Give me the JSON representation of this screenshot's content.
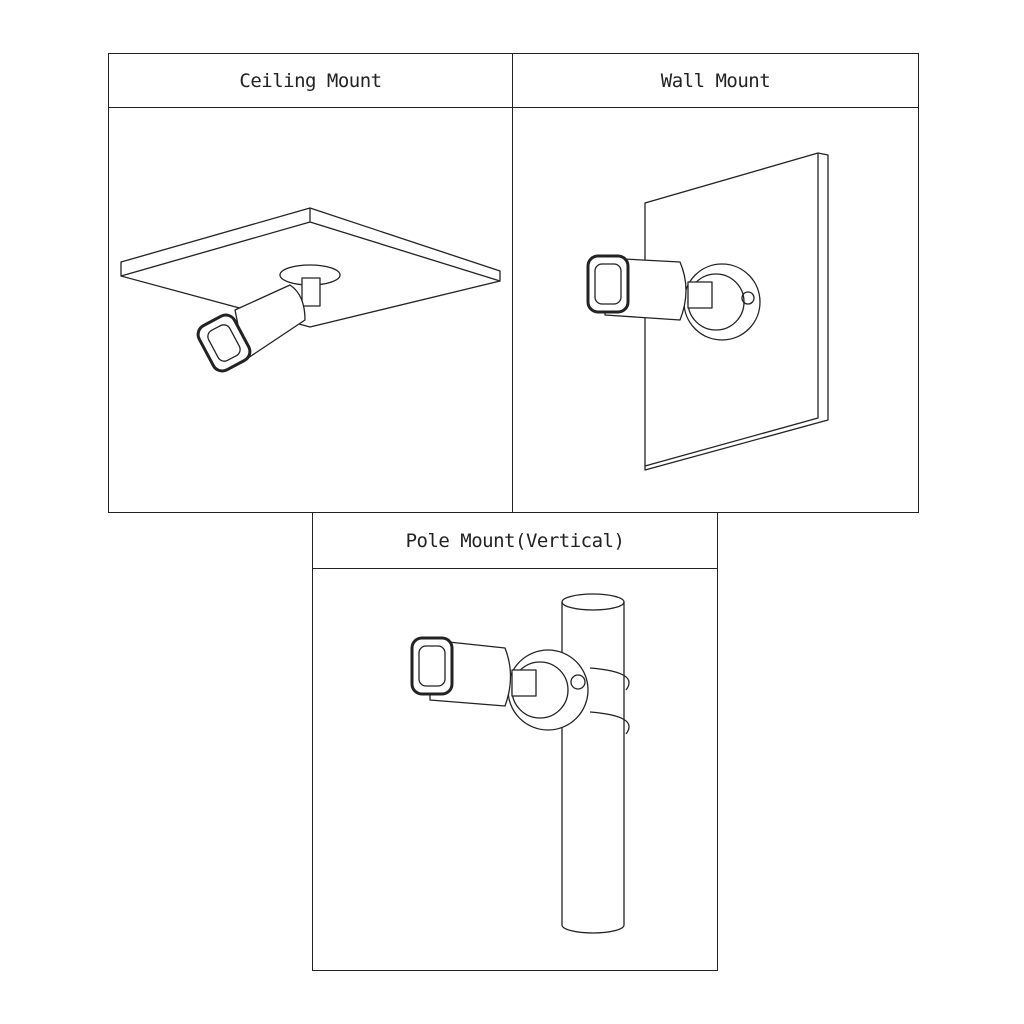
{
  "panels": [
    {
      "label": "Ceiling Mount"
    },
    {
      "label": "Wall Mount"
    },
    {
      "label": "Pole Mount(Vertical)"
    }
  ]
}
